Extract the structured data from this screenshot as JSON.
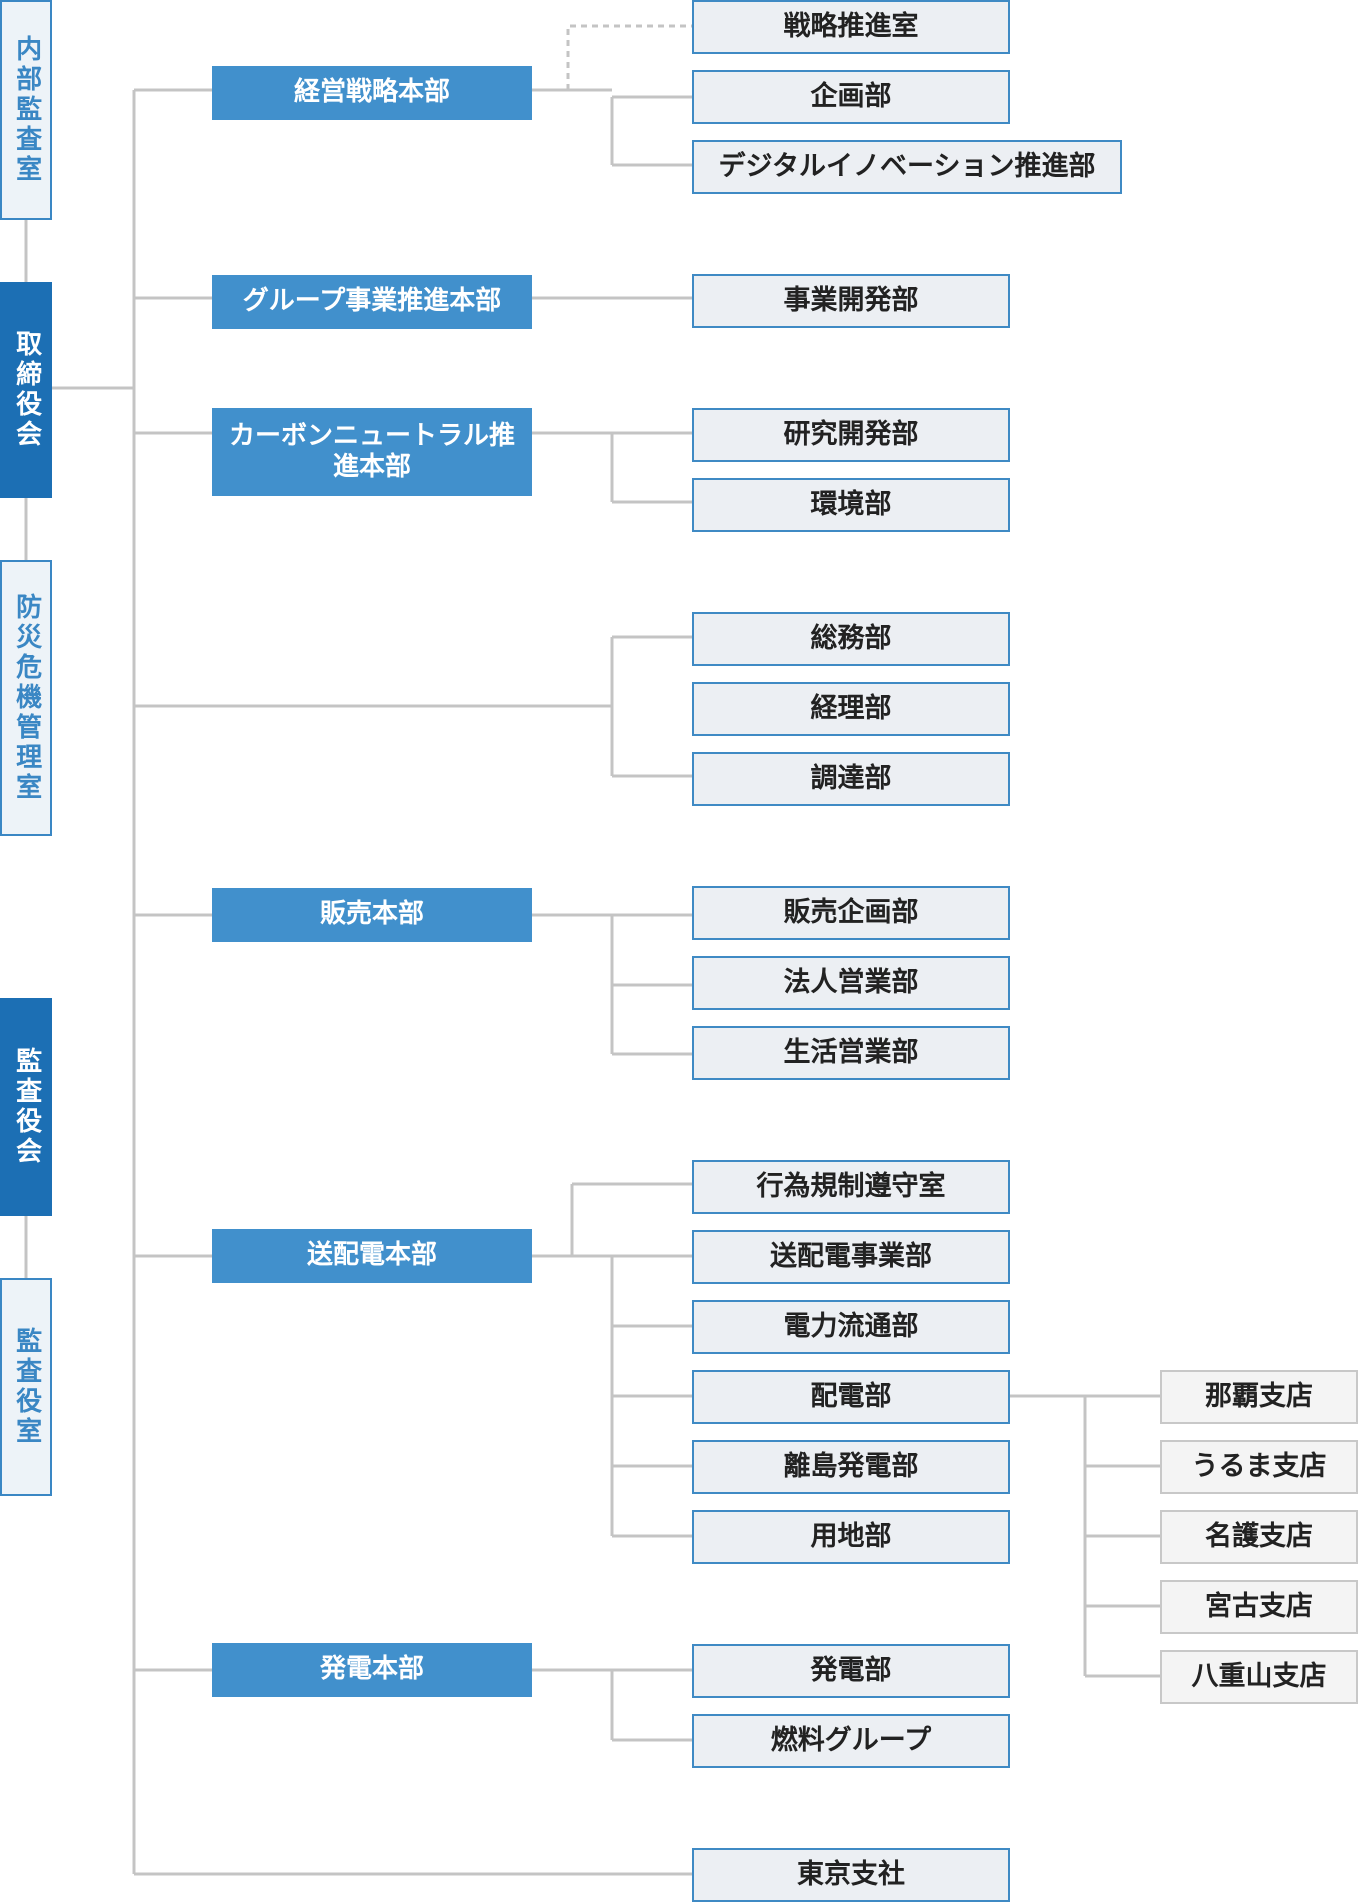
{
  "left_column": {
    "internal_audit": "内部監査室",
    "board": "取締役会",
    "disaster": "防災危機管理室",
    "audit_board": "監査役会",
    "audit_office": "監査役室"
  },
  "headquarters": {
    "strategy": "経営戦略本部",
    "group": "グループ事業推進本部",
    "carbon": "カーボンニュートラル推進本部",
    "sales": "販売本部",
    "transmission": "送配電本部",
    "generation": "発電本部"
  },
  "departments": {
    "strategy_office": "戦略推進室",
    "planning": "企画部",
    "digital": "デジタルイノベーション推進部",
    "business_dev": "事業開発部",
    "research": "研究開発部",
    "environment": "環境部",
    "general_affairs": "総務部",
    "accounting": "経理部",
    "procurement": "調達部",
    "sales_planning": "販売企画部",
    "corporate_sales": "法人営業部",
    "residential_sales": "生活営業部",
    "compliance": "行為規制遵守室",
    "td_business": "送配電事業部",
    "power_flow": "電力流通部",
    "distribution": "配電部",
    "island_power": "離島発電部",
    "land": "用地部",
    "power_gen": "発電部",
    "fuel": "燃料グループ",
    "tokyo": "東京支社"
  },
  "branches": {
    "naha": "那覇支店",
    "uruma": "うるま支店",
    "nago": "名護支店",
    "miyako": "宮古支店",
    "yaeyama": "八重山支店"
  }
}
